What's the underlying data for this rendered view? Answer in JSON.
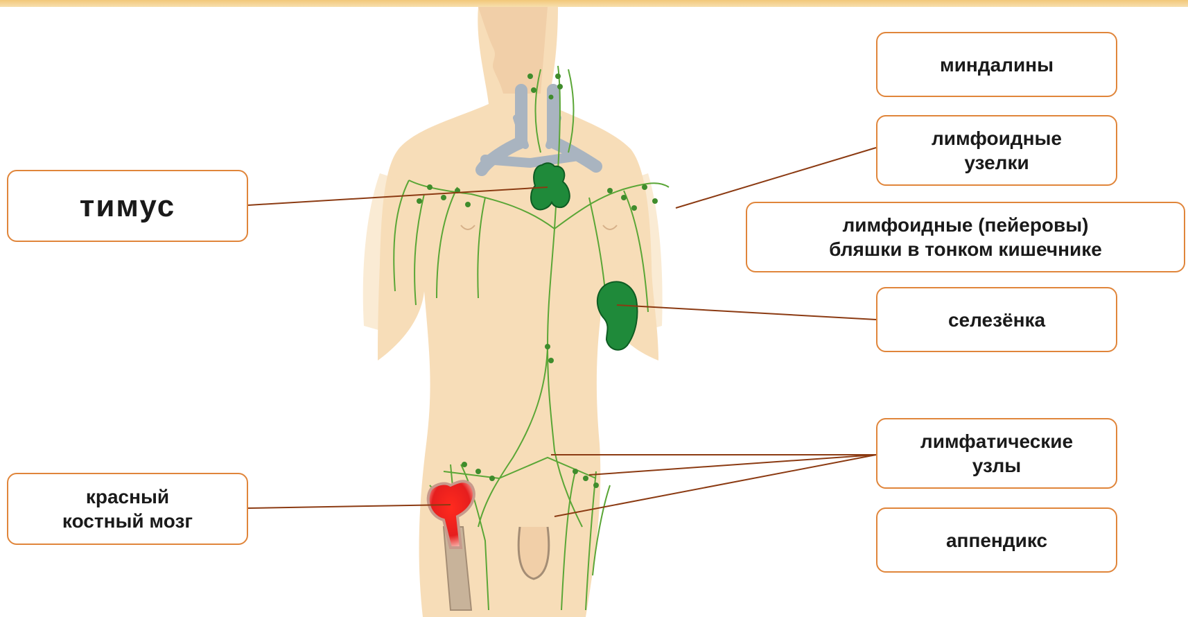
{
  "labels": {
    "thymus": "тимус",
    "red_bone_marrow": "красный\nкостный мозг",
    "tonsils": "миндалины",
    "lymphoid_nodules": "лимфоидные\nузелки",
    "peyer_patches": "лимфоидные (пейеровы)\nбляшки в тонком кишечнике",
    "spleen": "селезёнка",
    "lymph_nodes": "лимфатические\nузлы",
    "appendix": "аппендикс"
  },
  "colors": {
    "box_border": "#e0853a",
    "leader_line": "#8b3a12",
    "skin": "#f7ddb8",
    "lymph_vessel": "#5aa636",
    "organ_green": "#1f8a3a",
    "bone_marrow": "#e61e1e",
    "airway": "#a9b4c0"
  }
}
